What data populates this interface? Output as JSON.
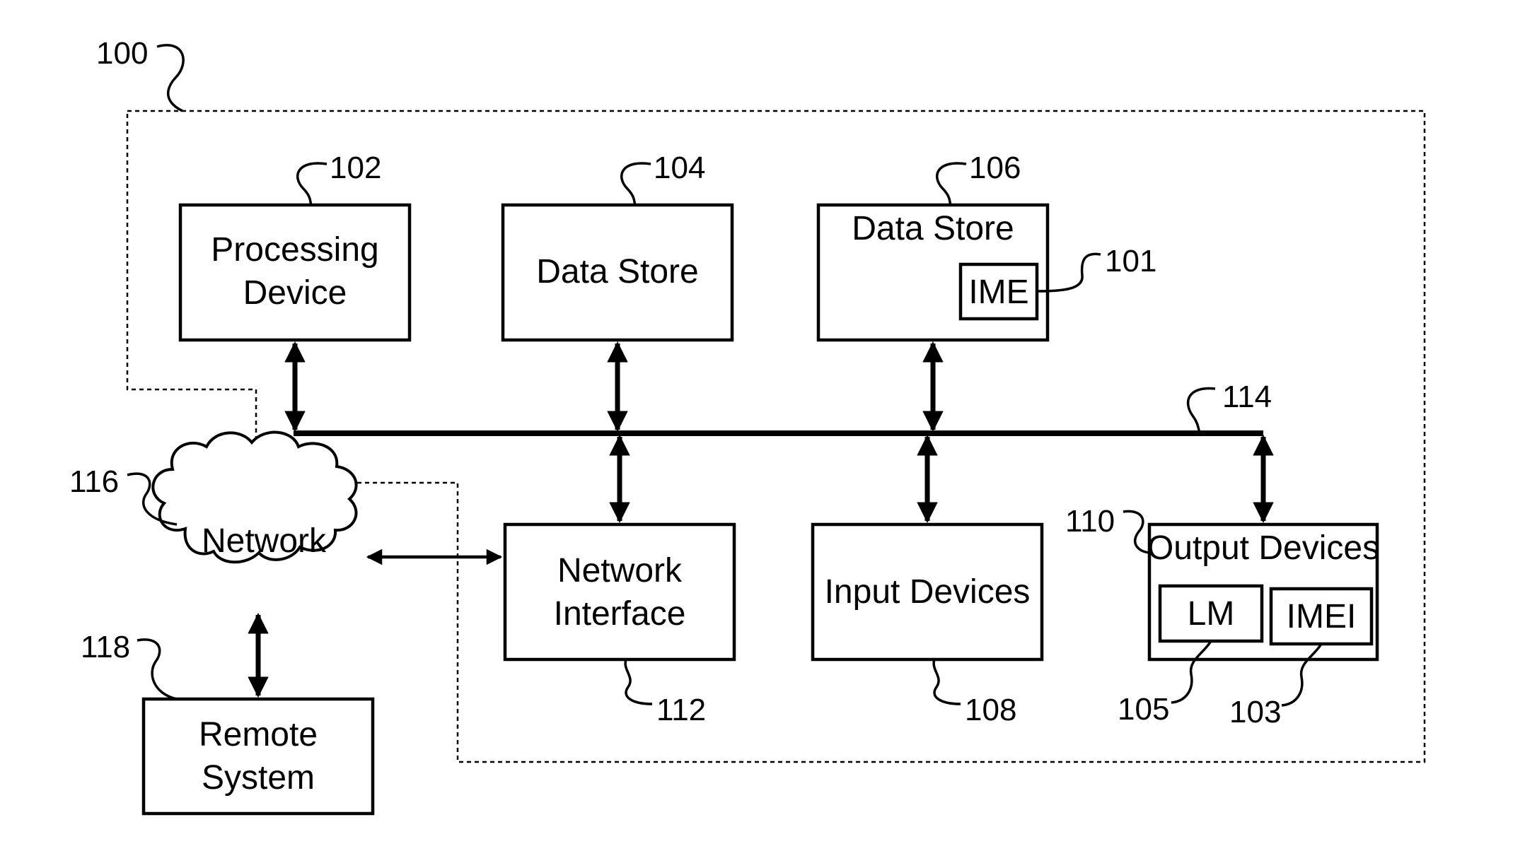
{
  "diagram": {
    "system_ref": "100",
    "bus_ref": "114",
    "components": {
      "processing_device": {
        "line1": "Processing",
        "line2": "Device",
        "ref": "102"
      },
      "data_store_104": {
        "label": "Data Store",
        "ref": "104"
      },
      "data_store_106": {
        "label": "Data Store",
        "ref": "106"
      },
      "ime": {
        "label": "IME",
        "ref": "101"
      },
      "network_interface": {
        "line1": "Network",
        "line2": "Interface",
        "ref": "112"
      },
      "input_devices": {
        "label": "Input Devices",
        "ref": "108"
      },
      "output_devices": {
        "label": "Output Devices",
        "ref": "110"
      },
      "lm": {
        "label": "LM",
        "ref": "105"
      },
      "imei": {
        "label": "IMEI",
        "ref": "103"
      },
      "network": {
        "label": "Network",
        "ref": "116"
      },
      "remote_system": {
        "line1": "Remote",
        "line2": "System",
        "ref": "118"
      }
    },
    "colors": {
      "stroke": "#000000",
      "background": "#ffffff"
    }
  }
}
